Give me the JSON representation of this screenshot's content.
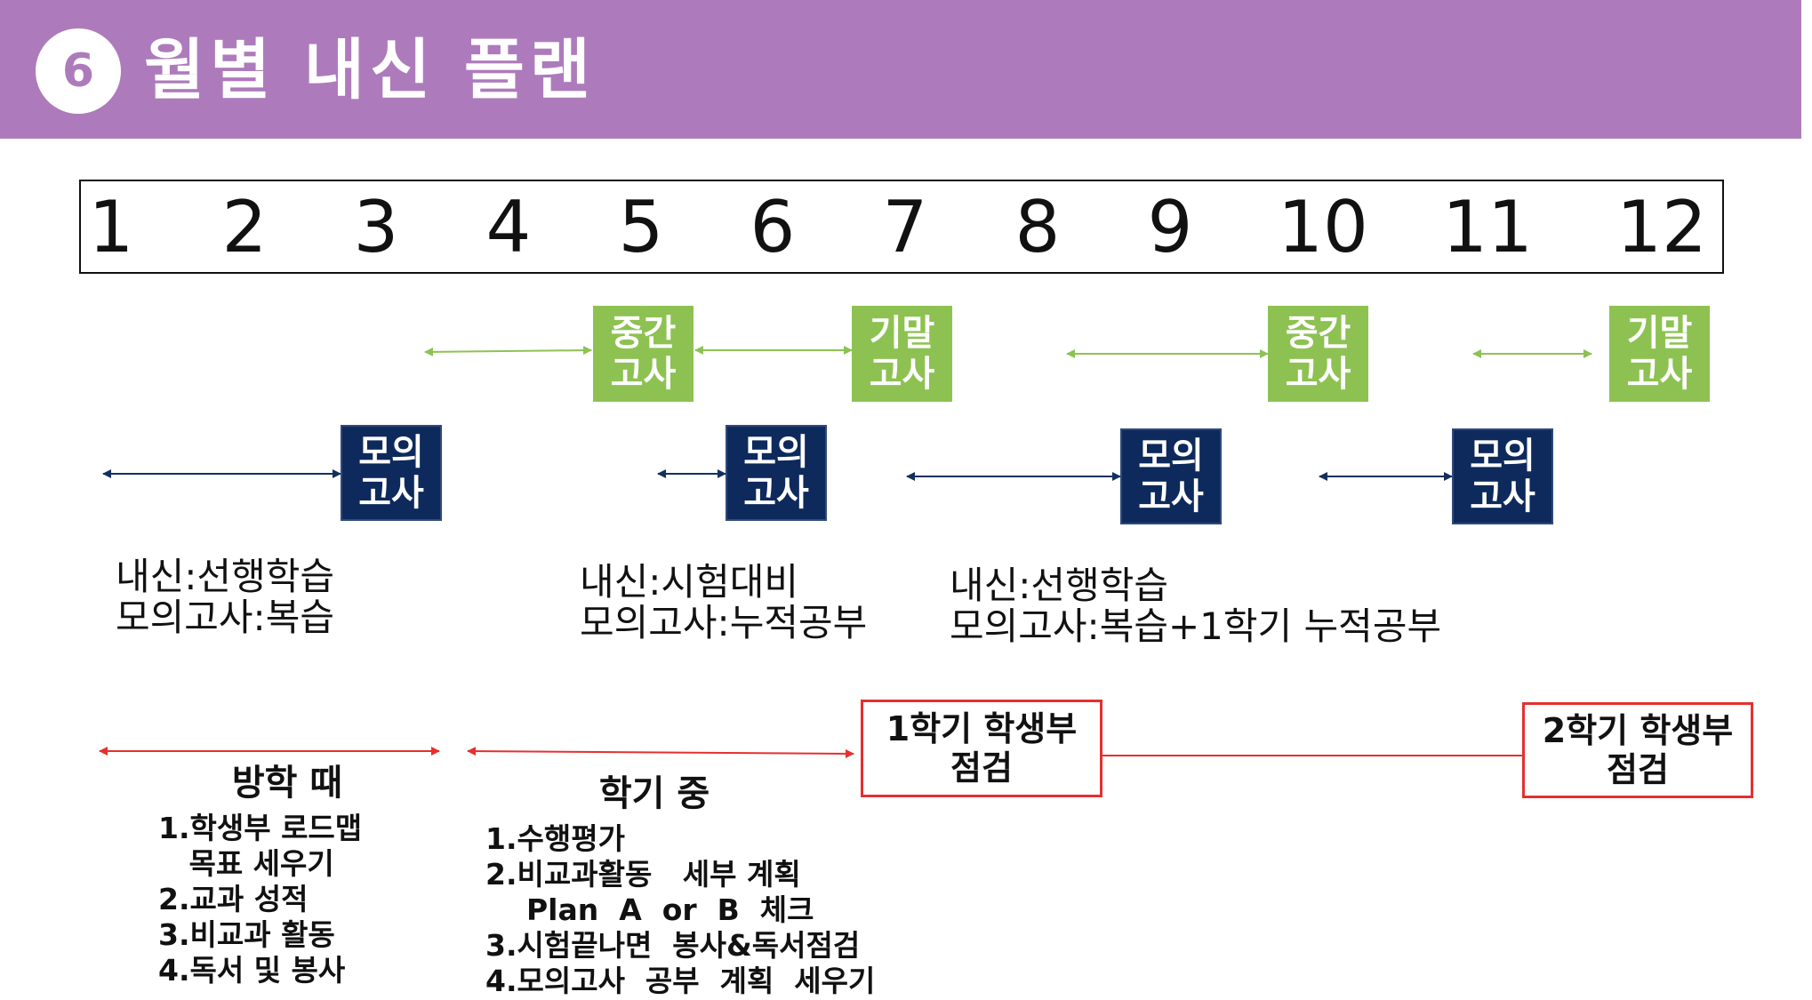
{
  "header": {
    "badge": "6",
    "title": "월별 내신 플랜"
  },
  "months": [
    "1",
    "2",
    "3",
    "4",
    "5",
    "6",
    "7",
    "8",
    "9",
    "10",
    "11",
    "12"
  ],
  "exams": [
    {
      "label": "중간\n고사",
      "kind": "school"
    },
    {
      "label": "기말\n고사",
      "kind": "school"
    },
    {
      "label": "중간\n고사",
      "kind": "school"
    },
    {
      "label": "기말\n고사",
      "kind": "school"
    },
    {
      "label": "모의\n고사",
      "kind": "mock"
    },
    {
      "label": "모의\n고사",
      "kind": "mock"
    },
    {
      "label": "모의\n고사",
      "kind": "mock"
    },
    {
      "label": "모의\n고사",
      "kind": "mock"
    }
  ],
  "notes": [
    "내신:선행학습\n모의고사:복습",
    "내신:시험대비\n모의고사:누적공부",
    "내신:선행학습\n모의고사:복습+1학기 누적공부"
  ],
  "checkpoints": [
    "1학기 학생부\n점검",
    "2학기 학생부\n점검"
  ],
  "vacation": {
    "title": "방학 때",
    "items": [
      "1.학생부 로드맵",
      "   목표 세우기",
      "2.교과 성적",
      "3.비교과 활동",
      "4.독서 및 봉사"
    ]
  },
  "semester": {
    "title": "학기 중",
    "items": [
      "1.수행평가",
      "2.비교과활동   세부 계획",
      "    Plan  A  or  B  체크",
      "3.시험끝나면  봉사&독서점검",
      "4.모의고사  공부  계획  세우기"
    ]
  },
  "colors": {
    "banner": "#ad7bbb",
    "school_exam": "#8dc252",
    "mock_exam": "#0e2a5c",
    "mock_arrow": "#12305f",
    "checkpoint": "#e53030",
    "text": "#111111"
  }
}
